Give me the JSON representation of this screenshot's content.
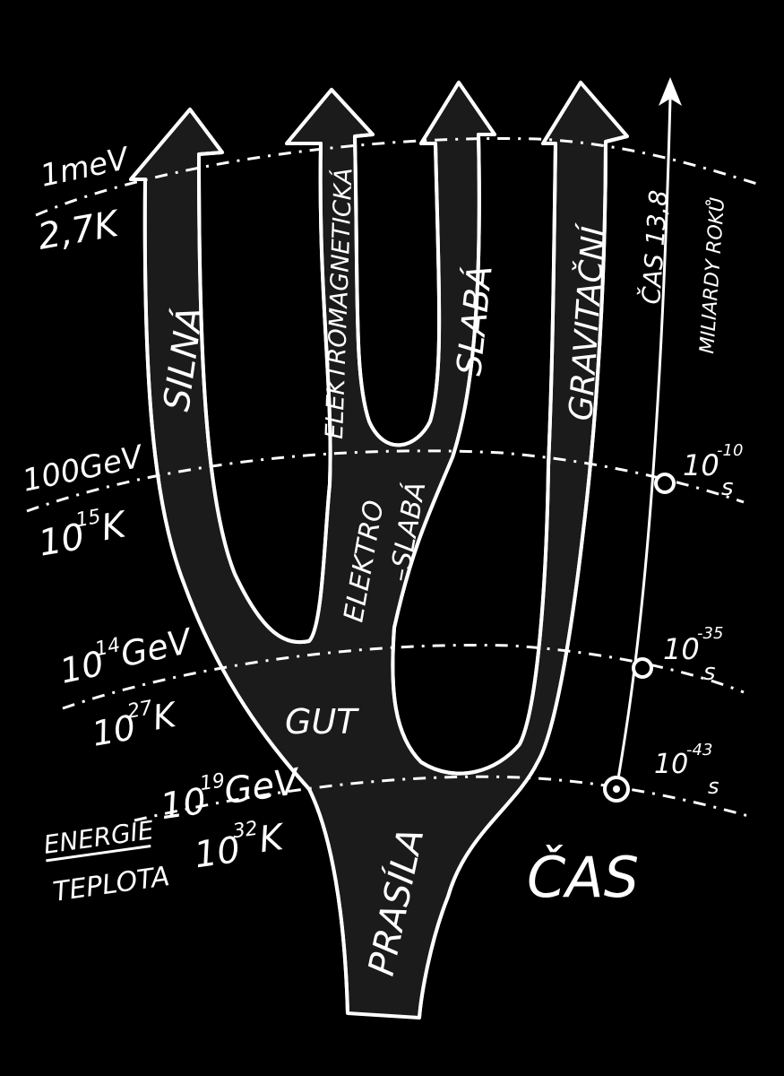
{
  "branches": {
    "silna": "SILNÁ",
    "elektromagneticka": "ELEKTROMAGNETICKÁ",
    "slaba": "SLABÁ",
    "gravitacni": "GRAVITAČNÍ",
    "elektro": "ELEKTRO",
    "slaba_dash": "–SLABÁ",
    "gut": "GUT",
    "prasila": "PRASÍLA"
  },
  "levels": [
    {
      "energy": "1meV",
      "temperature": "2,7K"
    },
    {
      "energy": "100GeV",
      "temperature_base": "10",
      "temperature_exp": "15",
      "temperature_unit": "K"
    },
    {
      "energy_base": "10",
      "energy_exp": "14",
      "energy_unit": "GeV",
      "temperature_base": "10",
      "temperature_exp": "27",
      "temperature_unit": "K"
    },
    {
      "energy_label": "ENERGIE",
      "energy_base": "10",
      "energy_exp": "19",
      "energy_unit": "GeV",
      "temperature_label": "TEPLOTA",
      "temperature_base": "10",
      "temperature_exp": "32",
      "temperature_unit": "K"
    }
  ],
  "time_axis": {
    "title": "ČAS",
    "top_label": "ČAS 13,8",
    "top_unit": "MILIARDY ROKŮ",
    "marks": [
      {
        "base": "10",
        "exp": "-10",
        "unit": "s"
      },
      {
        "base": "10",
        "exp": "-35",
        "unit": "s"
      },
      {
        "base": "10",
        "exp": "-43",
        "unit": "s"
      }
    ]
  }
}
